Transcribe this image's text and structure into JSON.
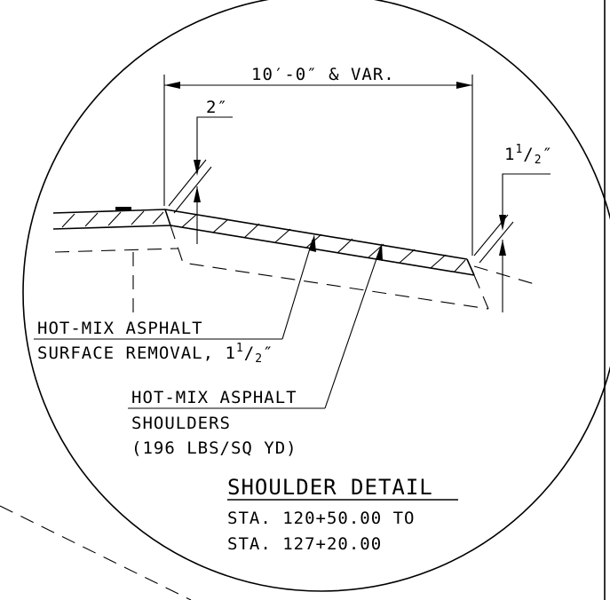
{
  "dimensions": {
    "width_label": "10′-0″ & VAR.",
    "left_thickness": "2″",
    "right_thickness_whole": "1",
    "right_thickness_num": "1",
    "right_thickness_den": "2",
    "right_thickness_unit": "″"
  },
  "callouts": {
    "removal_line1": "HOT-MIX ASPHALT",
    "removal_line2_prefix": "SURFACE REMOVAL, 1",
    "removal_num": "1",
    "removal_den": "2",
    "removal_unit": "″",
    "shoulders_line1": "HOT-MIX ASPHALT",
    "shoulders_line2": "SHOULDERS",
    "shoulders_line3": "(196 LBS/SQ YD)"
  },
  "title": {
    "main": "SHOULDER DETAIL",
    "station_line1": "STA. 120+50.00  TO",
    "station_line2": "STA. 127+20.00"
  },
  "colors": {
    "ink": "#000000",
    "paper": "#ffffff"
  }
}
